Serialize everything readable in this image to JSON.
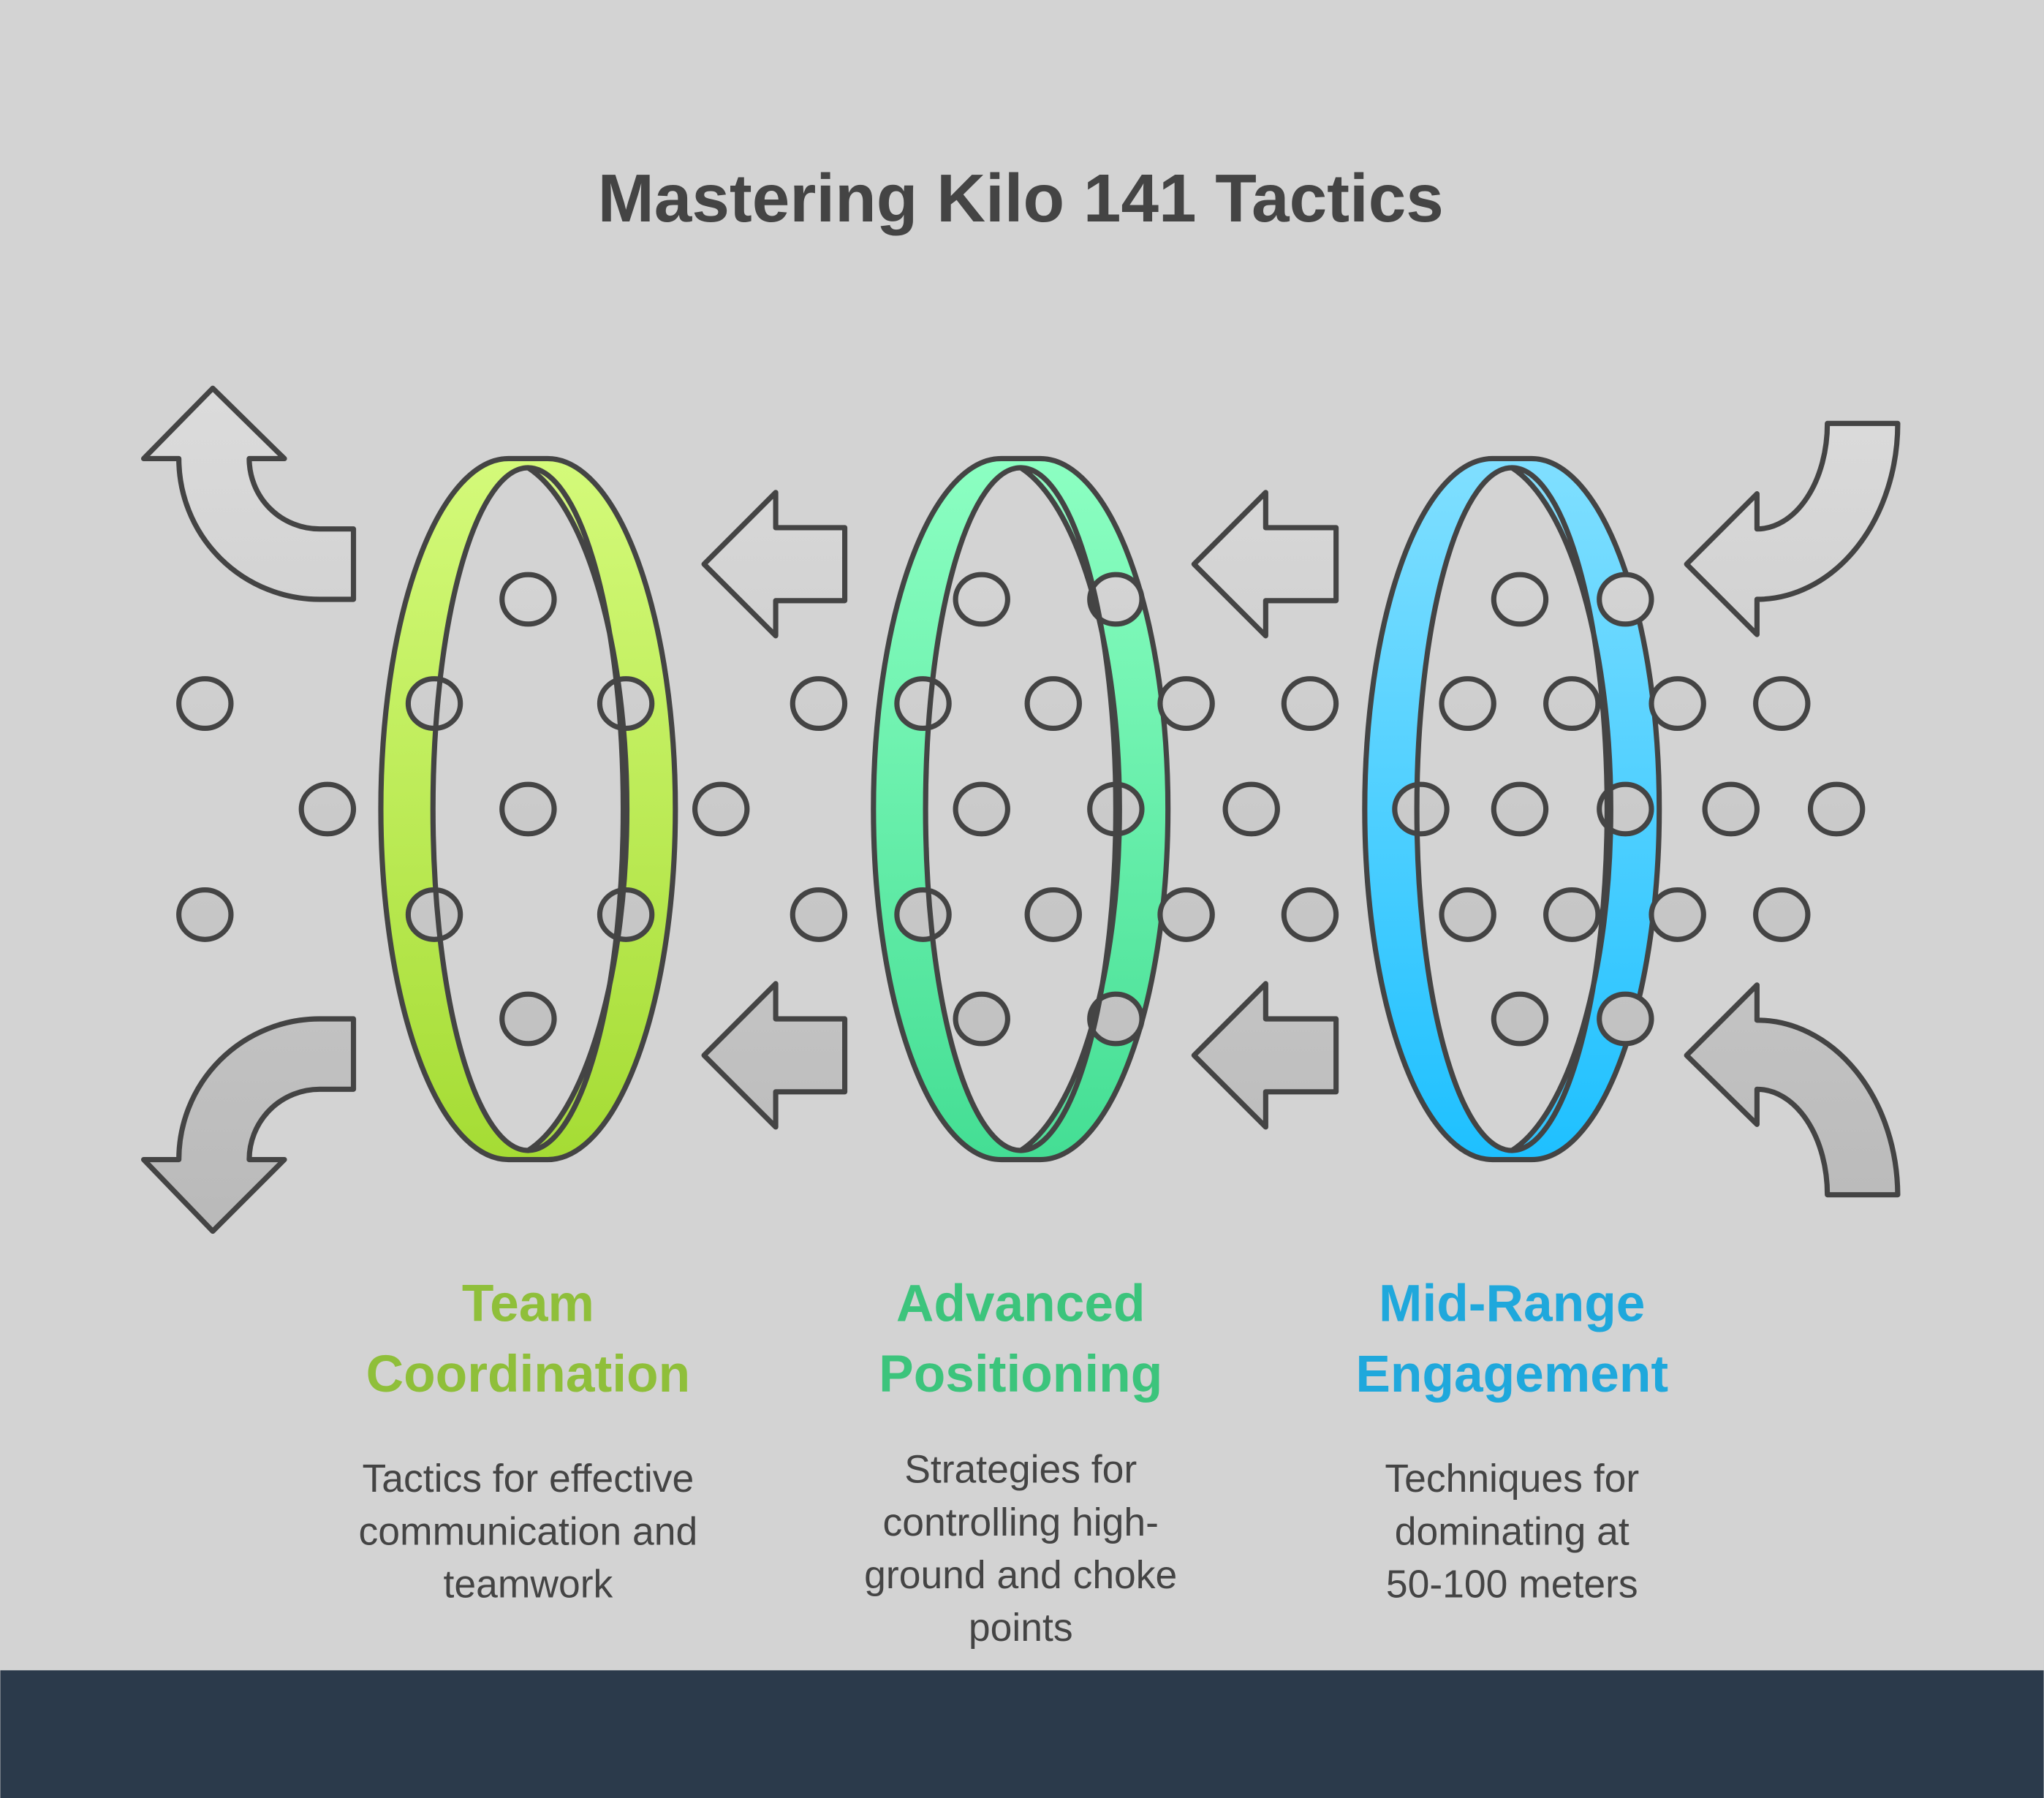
{
  "title": "Mastering Kilo 141 Tactics",
  "colors": {
    "background": "#d3d3d3",
    "footer": "#2b3a4b",
    "outline": "#444444"
  },
  "stages": [
    {
      "label_lines": [
        "Team",
        "Coordination"
      ],
      "color": "#8fbf3a",
      "description_lines": [
        "Tactics for effective",
        "communication and",
        "teamwork"
      ]
    },
    {
      "label_lines": [
        "Advanced",
        "Positioning"
      ],
      "color": "#3cc47c",
      "description_lines": [
        "Strategies for",
        "controlling high-",
        "ground and choke",
        "points"
      ]
    },
    {
      "label_lines": [
        "Mid-Range",
        "Engagement"
      ],
      "color": "#1fa8dc",
      "description_lines": [
        "Techniques for",
        "dominating at",
        "50-100 meters"
      ]
    }
  ]
}
